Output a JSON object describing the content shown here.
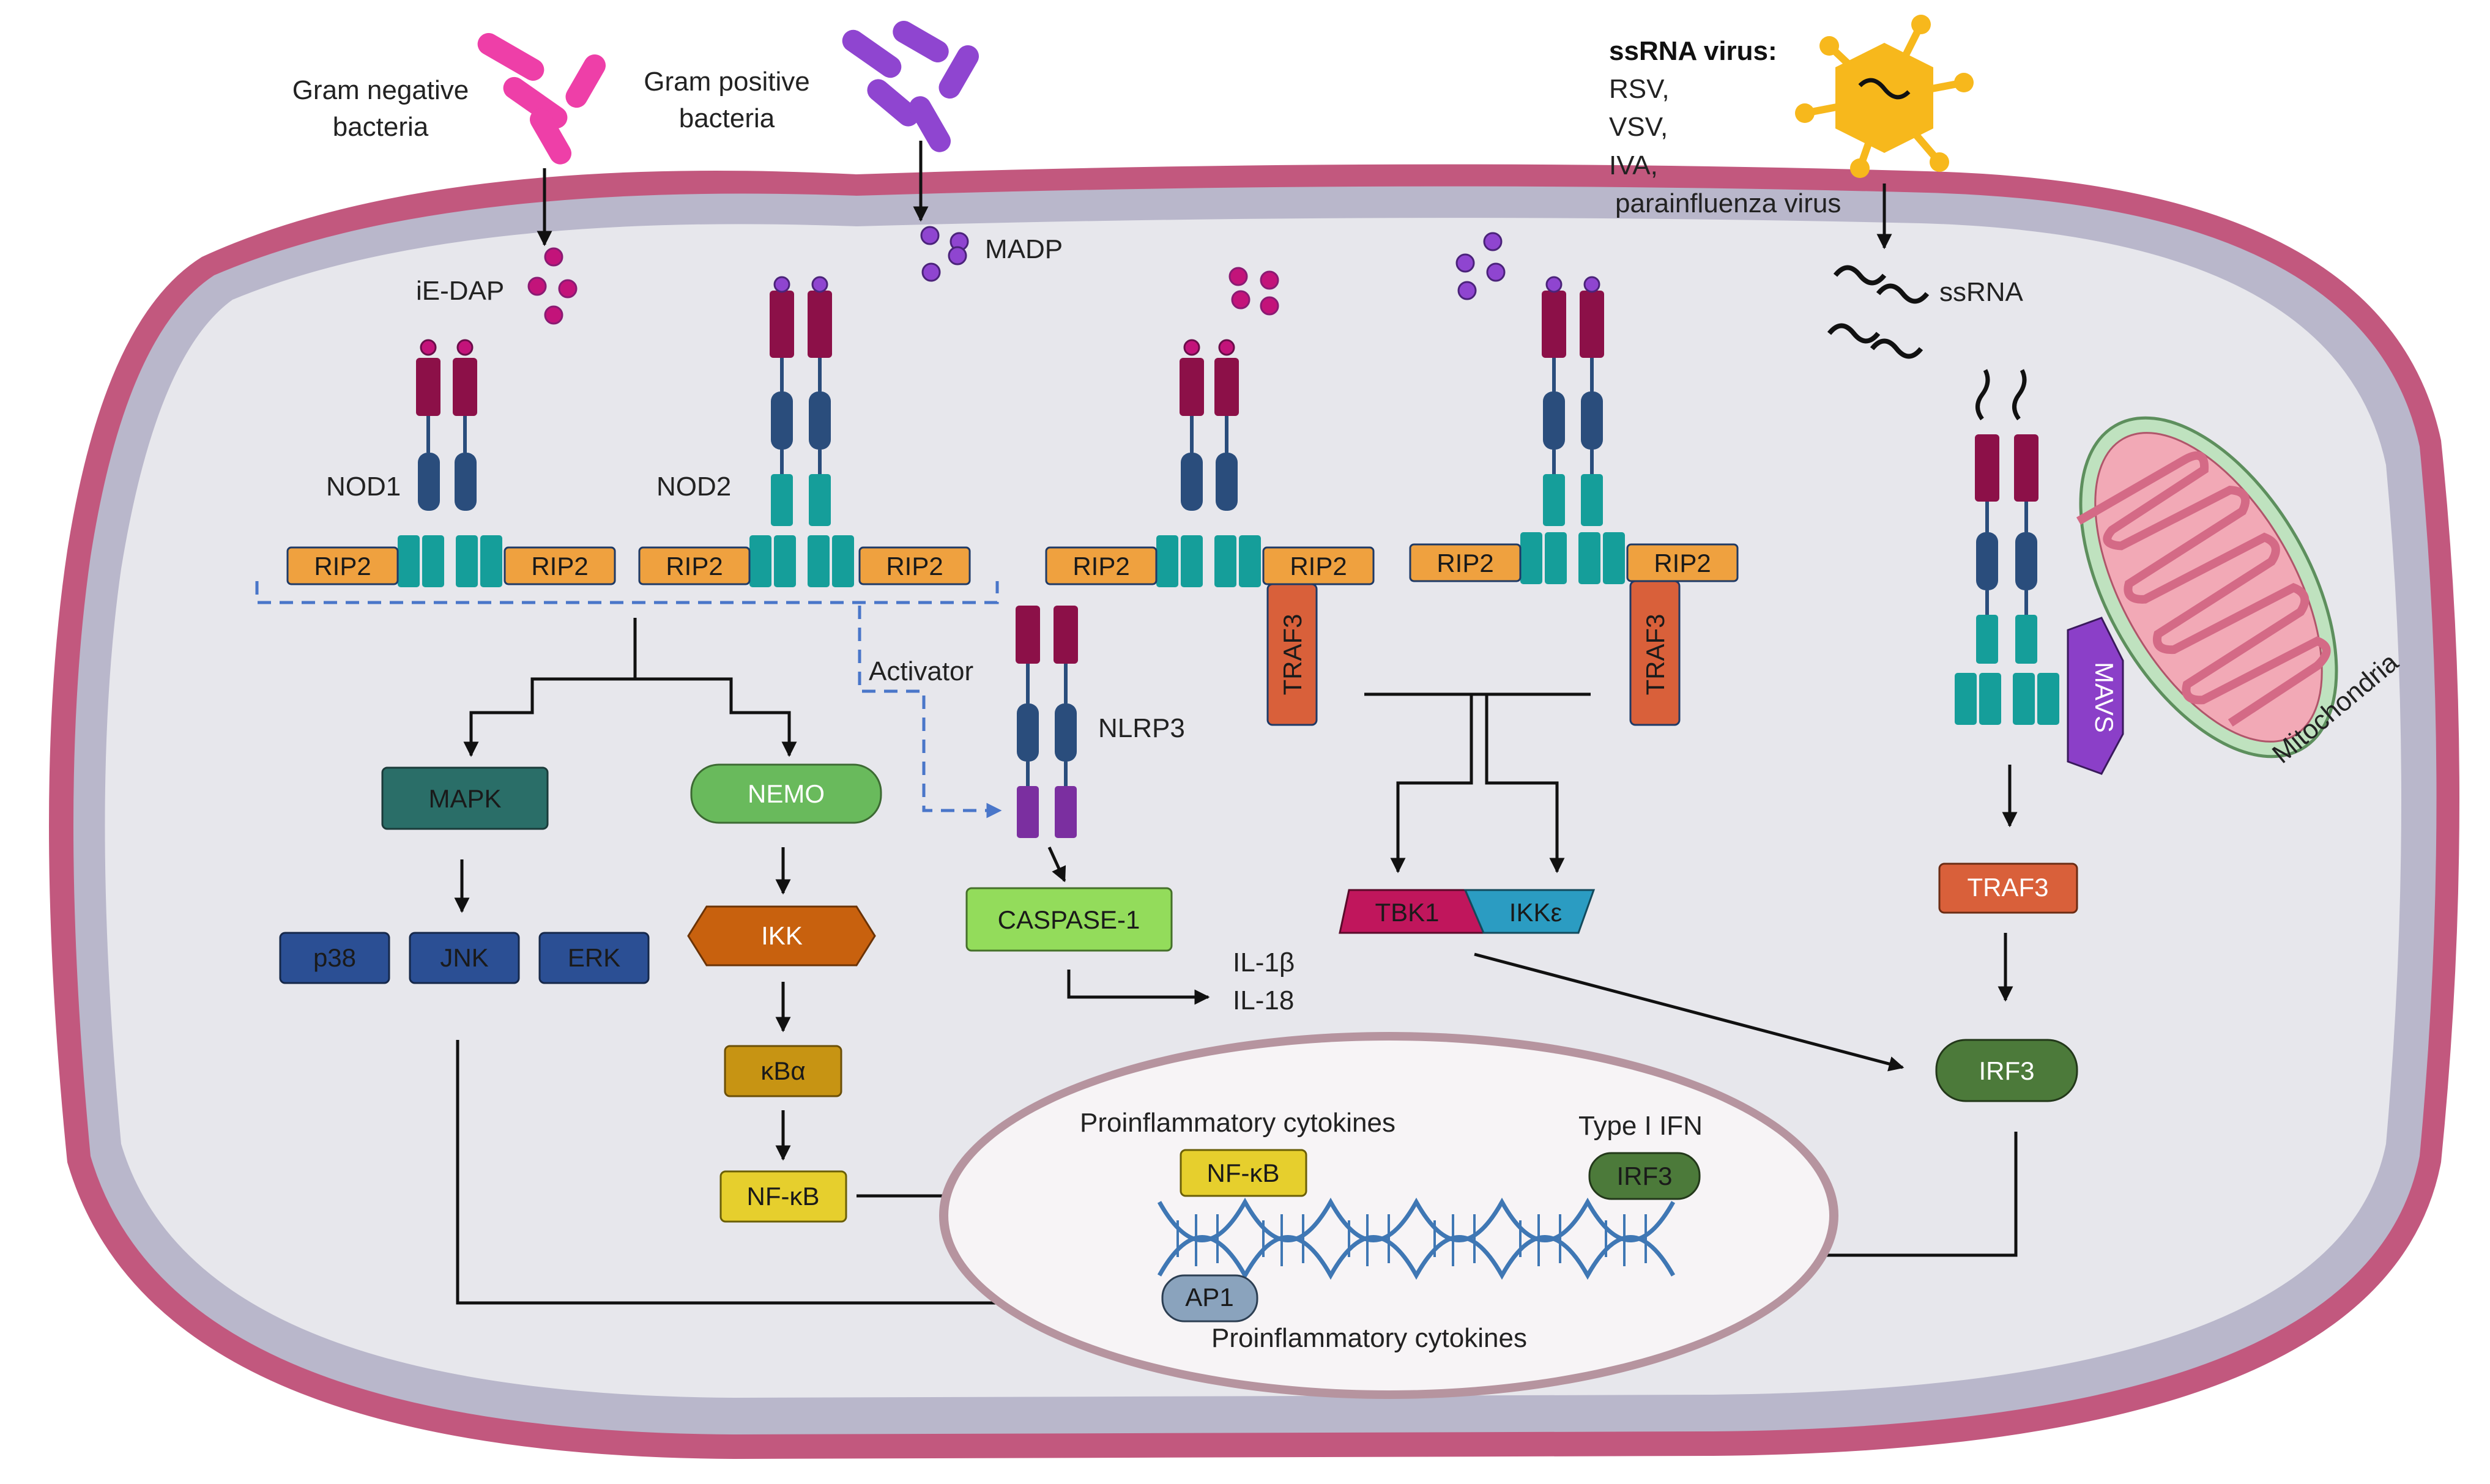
{
  "colors": {
    "membrane_outer": "#c2587e",
    "membrane_inner": "#b9b7cb",
    "cytoplasm": "#e7e7ec",
    "nucleus": "#f7f4f6",
    "gram_negative": "#ee3fa8",
    "gram_positive": "#8f45d0",
    "virus": "#f7b81c",
    "lrr": "#8c1048",
    "nacht": "#2a4d7c",
    "card": "#159e9a",
    "rip2": "#efa13f",
    "traf3": "#d9603a",
    "mapk": "#2a6e68",
    "nemo": "#69ba5c",
    "mapk_targets": "#2b4f94",
    "ikk": "#c8610e",
    "ikba": "#c79413",
    "nfkb": "#e6cf2d",
    "caspase1": "#93dc5b",
    "tbk1": "#c0165c",
    "ikke": "#2b9cc2",
    "irf3": "#4c7a3a",
    "mavs": "#8b3fc8",
    "mito_outer": "#bfe2bf",
    "mito_inner": "#f2a9b6",
    "dna": "#3f77b4",
    "ap1": "#8aa3bd",
    "pyd": "#7b2fa0"
  },
  "labels": {
    "gram_negative": [
      "Gram negative",
      "bacteria"
    ],
    "gram_positive": [
      "Gram positive",
      "bacteria"
    ],
    "ssrna_virus_title": "ssRNA virus:",
    "ssrna_virus_list": [
      "RSV,",
      "VSV,",
      "IVA,",
      "parainfluenza virus"
    ],
    "ie_dap": "iE-DAP",
    "madp": "MADP",
    "ssrna": "ssRNA",
    "nod1": "NOD1",
    "nod2": "NOD2",
    "rip2": "RIP2",
    "traf3": "TRAF3",
    "activator": "Activator",
    "nlrp3": "NLRP3",
    "mavs": "MAVS",
    "mitochondria": "Mitochondria",
    "mapk": "MAPK",
    "nemo": "NEMO",
    "p38": "p38",
    "jnk": "JNK",
    "erk": "ERK",
    "ikk": "IKK",
    "ikba": "κBα",
    "nfkb": "NF-κB",
    "caspase1": "CASPASE-1",
    "il1b": "IL-1β",
    "il18": "IL-18",
    "tbk1": "TBK1",
    "ikke": "IKKε",
    "irf3": "IRF3",
    "proinflammatory_top": "Proinflammatory cytokines",
    "proinflammatory_bottom": "Proinflammatory cytokines",
    "type1_ifn": "Type I IFN",
    "nucleus_nfkb": "NF-κB",
    "nucleus_irf3": "IRF3",
    "ap1": "AP1"
  }
}
